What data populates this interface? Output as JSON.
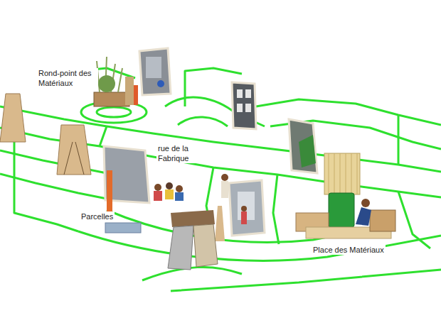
{
  "diagram": {
    "labels": [
      "Rond-point des Matériaux",
      "rue de la Fabrique",
      "Parcelles",
      "Place des Matériaux"
    ]
  }
}
